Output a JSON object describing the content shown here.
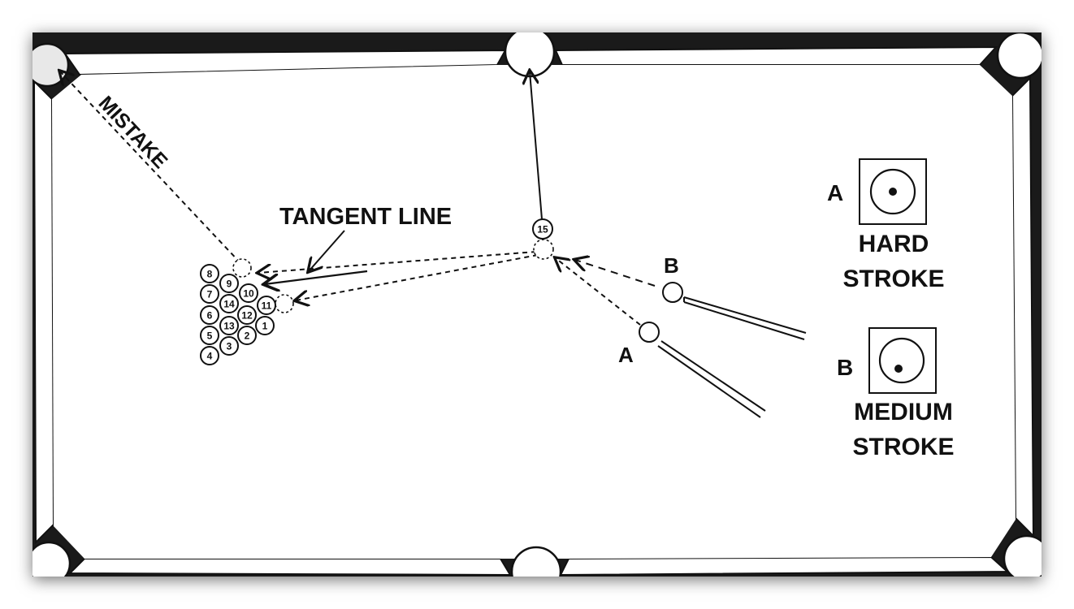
{
  "labels": {
    "mistake": "MISTAKE",
    "tangent_line": "TANGENT LINE",
    "cue_a": "A",
    "cue_b": "B"
  },
  "object_ball": "15",
  "rack_balls": [
    "8",
    "9",
    "10",
    "7",
    "14",
    "11",
    "6",
    "12",
    "13",
    "1",
    "5",
    "2",
    "4",
    "3"
  ],
  "legend": [
    {
      "letter": "A",
      "line1": "HARD",
      "line2": "STROKE",
      "cue_tip": "center"
    },
    {
      "letter": "B",
      "line1": "MEDIUM",
      "line2": "STROKE",
      "cue_tip": "below-center"
    }
  ],
  "colors": {
    "cloth": "#ffffff",
    "rail": "#1a1a1a",
    "ink": "#111111"
  }
}
